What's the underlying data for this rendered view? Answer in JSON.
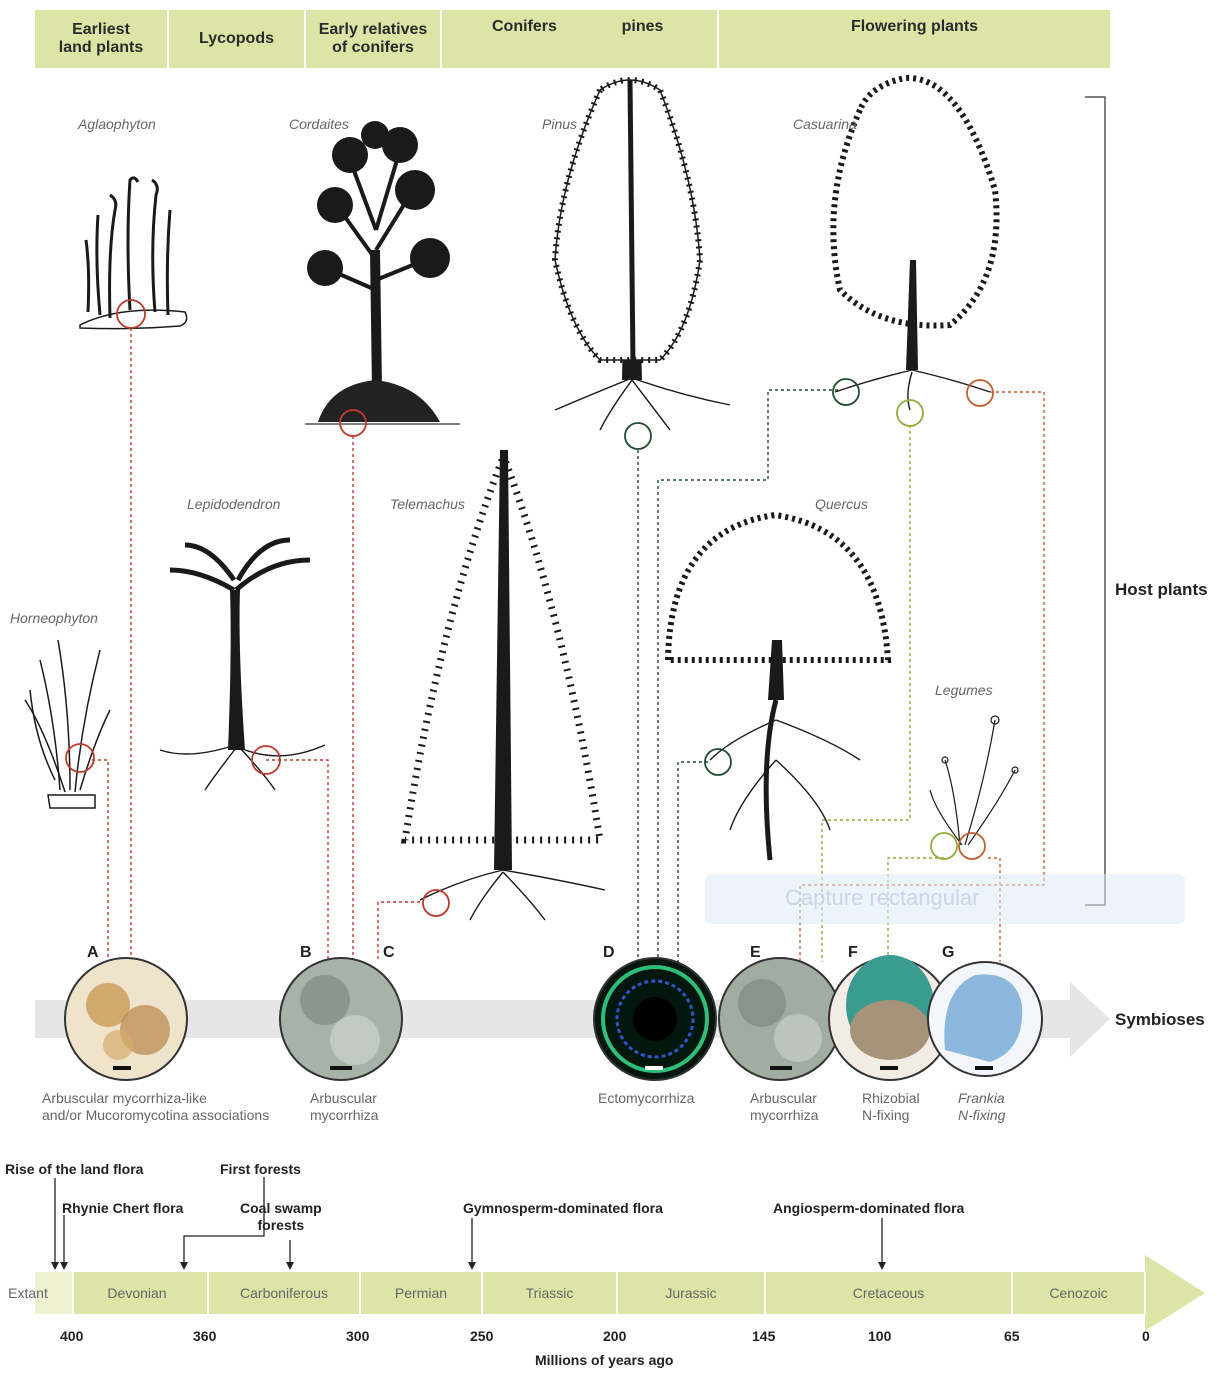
{
  "header": {
    "cells": [
      "Earliest\nland plants",
      "Lycopods",
      "Early relatives\nof conifers",
      "Conifers",
      "pines",
      "Flowering plants"
    ]
  },
  "plants": {
    "aglaophyton": "Aglaophyton",
    "cordaites": "Cordaites",
    "pinus": "Pinus",
    "casuarina": "Casuarina",
    "lepidodendron": "Lepidodendron",
    "telemachus": "Telemachus",
    "quercus": "Quercus",
    "horneophyton": "Horneophyton",
    "legumes": "Legumes"
  },
  "labels": {
    "host_plants": "Host plants",
    "symbioses": "Symbioses",
    "watermark": "Capture rectangular"
  },
  "symbioses": [
    {
      "letter": "A",
      "caption": "Arbuscular mycorrhiza-like\nand/or Mucoromycotina associations",
      "color": "#d8b380"
    },
    {
      "letter": "B",
      "caption": "Arbuscular\nmycorrhiza",
      "color": "#9aa89b"
    },
    {
      "letter": "C",
      "caption": "",
      "color": ""
    },
    {
      "letter": "D",
      "caption": "Ectomycorrhiza",
      "color": "#0f3b2c"
    },
    {
      "letter": "E",
      "caption": "Arbuscular\nmycorrhiza",
      "color": "#97a497"
    },
    {
      "letter": "F",
      "caption": "Rhizobial\nN-fixing",
      "color": "#3a9b8f"
    },
    {
      "letter": "G",
      "caption": "Frankia\nN-fixing",
      "color": "#8cb8de"
    }
  ],
  "timeline": {
    "events": {
      "rise": "Rise of the land flora",
      "first_forests": "First forests",
      "rhynie": "Rhynie Chert flora",
      "coal": "Coal swamp\nforests",
      "gymno": "Gymnosperm-dominated flora",
      "angio": "Angiosperm-dominated flora"
    },
    "periods": [
      "Extant",
      "Devonian",
      "Carboniferous",
      "Permian",
      "Triassic",
      "Jurassic",
      "Cretaceous",
      "Cenozoic"
    ],
    "ticks": [
      "400",
      "360",
      "300",
      "250",
      "200",
      "145",
      "100",
      "65",
      "0"
    ],
    "axis_label": "Millions of years ago"
  },
  "colors": {
    "band": "#dde5a6",
    "red_link": "#c0392b",
    "dark_green_link": "#1f4d2e",
    "orange_link": "#c5602e",
    "lime_link": "#8fae3c"
  }
}
